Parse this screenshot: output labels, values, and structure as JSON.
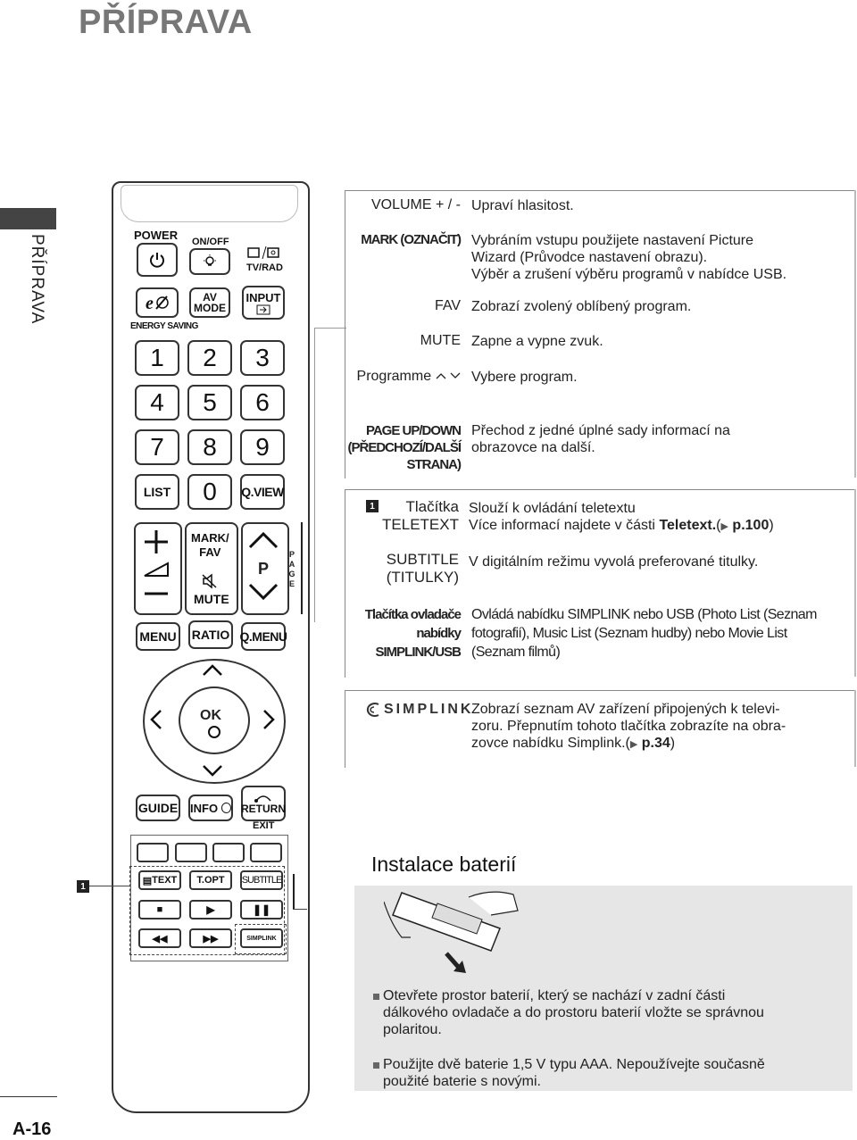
{
  "page": {
    "title": "PŘÍPRAVA",
    "side_label": "PŘÍPRAVA",
    "page_number": "A-16"
  },
  "remote": {
    "power": "POWER",
    "on_off": "ON/OFF",
    "tv_rad": "TV/RAD",
    "av_mode_1": "AV",
    "av_mode_2": "MODE",
    "input": "INPUT",
    "energy_saving": "ENERGY SAVING",
    "keys": [
      "1",
      "2",
      "3",
      "4",
      "5",
      "6",
      "7",
      "8",
      "9"
    ],
    "list": "LIST",
    "zero": "0",
    "q_view": "Q.VIEW",
    "mark_fav_1": "MARK/",
    "mark_fav_2": "FAV",
    "mute": "MUTE",
    "p": "P",
    "page_letters": [
      "P",
      "A",
      "G",
      "E"
    ],
    "menu": "MENU",
    "ratio": "RATIO",
    "q_menu": "Q.MENU",
    "ok": "OK",
    "guide": "GUIDE",
    "info": "INFO",
    "return": "RETURN",
    "exit": "EXIT",
    "text": "TEXT",
    "t_opt": "T.OPT",
    "subtitle": "SUBTITLE",
    "simplink_small": "SIMPLINK",
    "marker": "1"
  },
  "descriptions": {
    "volume_label": "VOLUME + / -",
    "volume_text": "Upraví hlasitost.",
    "mark_label": "MARK (OZNAČIT)",
    "mark_text_1": "Vybráním vstupu použijete nastavení Picture",
    "mark_text_2": "Wizard (Průvodce nastavení obrazu).",
    "mark_text_3": "Výběr a zrušení výběru programů v nabídce USB.",
    "fav_label": "FAV",
    "fav_text": "Zobrazí zvolený oblíbený program.",
    "mute_label": "MUTE",
    "mute_text": "Zapne a vypne zvuk.",
    "programme_label": "Programme",
    "programme_text": "Vybere program.",
    "page_label_1": "PAGE UP/DOWN",
    "page_label_2": "(PŘEDCHOZÍ/DALŠÍ",
    "page_label_3": "STRANA)",
    "page_text_1": "Přechod z jedné úplné sady informací na",
    "page_text_2": "obrazovce na další.",
    "teletext_badge": "1",
    "teletext_label_1": "Tlačítka",
    "teletext_label_2": "TELETEXT",
    "teletext_text_1": "Slouží k  ovládání teletextu",
    "teletext_text_2a": "Více informací najdete v  části ",
    "teletext_text_2b": "Teletext.",
    "teletext_text_2c": "(",
    "teletext_text_2d": "p.100",
    "teletext_text_2e": ")",
    "subtitle_label_1": "SUBTITLE",
    "subtitle_label_2": "(TITULKY)",
    "subtitle_text": "V  digitálním režimu vyvolá preferované titulky.",
    "simplink_ctrl_label_1": "Tlačítka ovladače",
    "simplink_ctrl_label_2": "nabídky",
    "simplink_ctrl_label_3": "SIMPLINK/USB",
    "simplink_ctrl_text_1": "Ovládá nabídku SIMPLINK nebo USB (Photo List (Seznam",
    "simplink_ctrl_text_2": "fotografií), Music List (Seznam hudby) nebo Movie List",
    "simplink_ctrl_text_3": "(Seznam filmů)",
    "simplink_logo": "SIMPLINK",
    "simplink_text_1": "Zobrazí seznam AV zařízení připojených k  televi-",
    "simplink_text_2": "zoru. Přepnutím tohoto tlačítka zobrazíte na obra-",
    "simplink_text_3a": "zovce nabídku Simplink.",
    "simplink_text_3b": "(",
    "simplink_text_3c": "p.34",
    "simplink_text_3d": ")"
  },
  "install": {
    "title": "Instalace baterií",
    "bullet_1_a": "Otevřete prostor baterií, který se nachází v zadní části",
    "bullet_1_b": "dálkového ovladače a do prostoru baterií vložte se správnou",
    "bullet_1_c": "polaritou.",
    "bullet_2_a": "Použijte dvě baterie 1,5 V typu AAA. Nepoužívejte současně",
    "bullet_2_b": "použité baterie s novými."
  }
}
